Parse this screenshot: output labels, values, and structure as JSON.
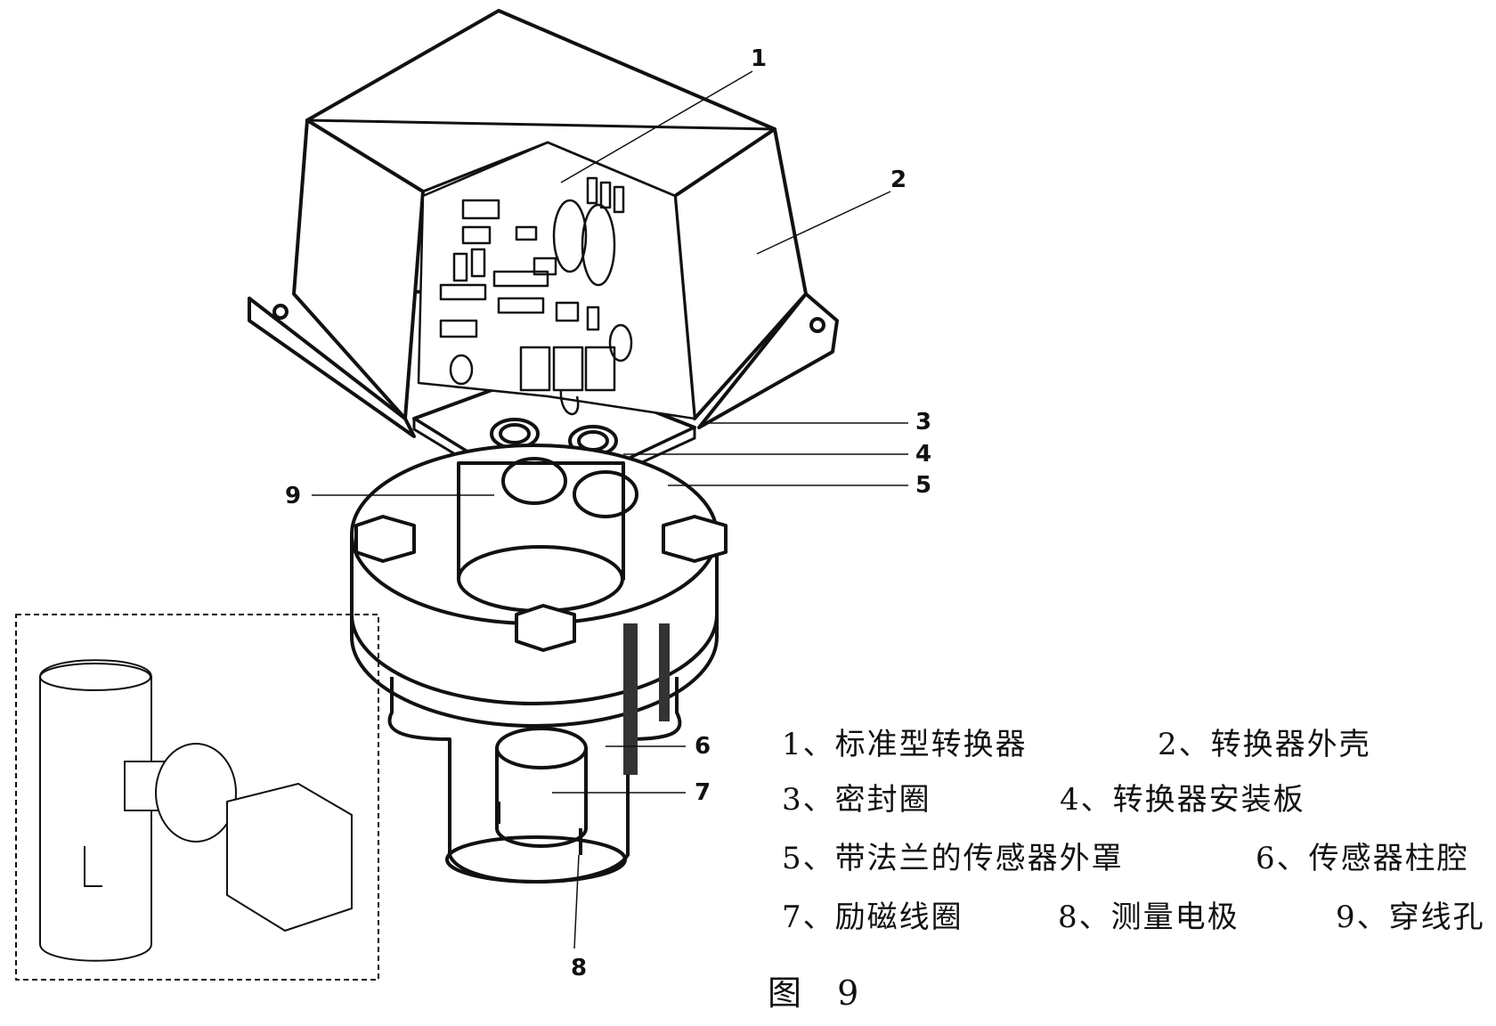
{
  "callouts": [
    "1",
    "2",
    "3",
    "4",
    "5",
    "6",
    "7",
    "8",
    "9"
  ],
  "legend": {
    "row1": [
      "1、标准型转换器",
      "2、转换器外壳"
    ],
    "row2": [
      "3、密封圈",
      "4、转换器安装板"
    ],
    "row3": [
      "5、带法兰的传感器外罩",
      "6、传感器柱腔"
    ],
    "row4": [
      "7、励磁线圈",
      "8、测量电极",
      "9、穿线孔"
    ]
  },
  "caption": "图 9"
}
